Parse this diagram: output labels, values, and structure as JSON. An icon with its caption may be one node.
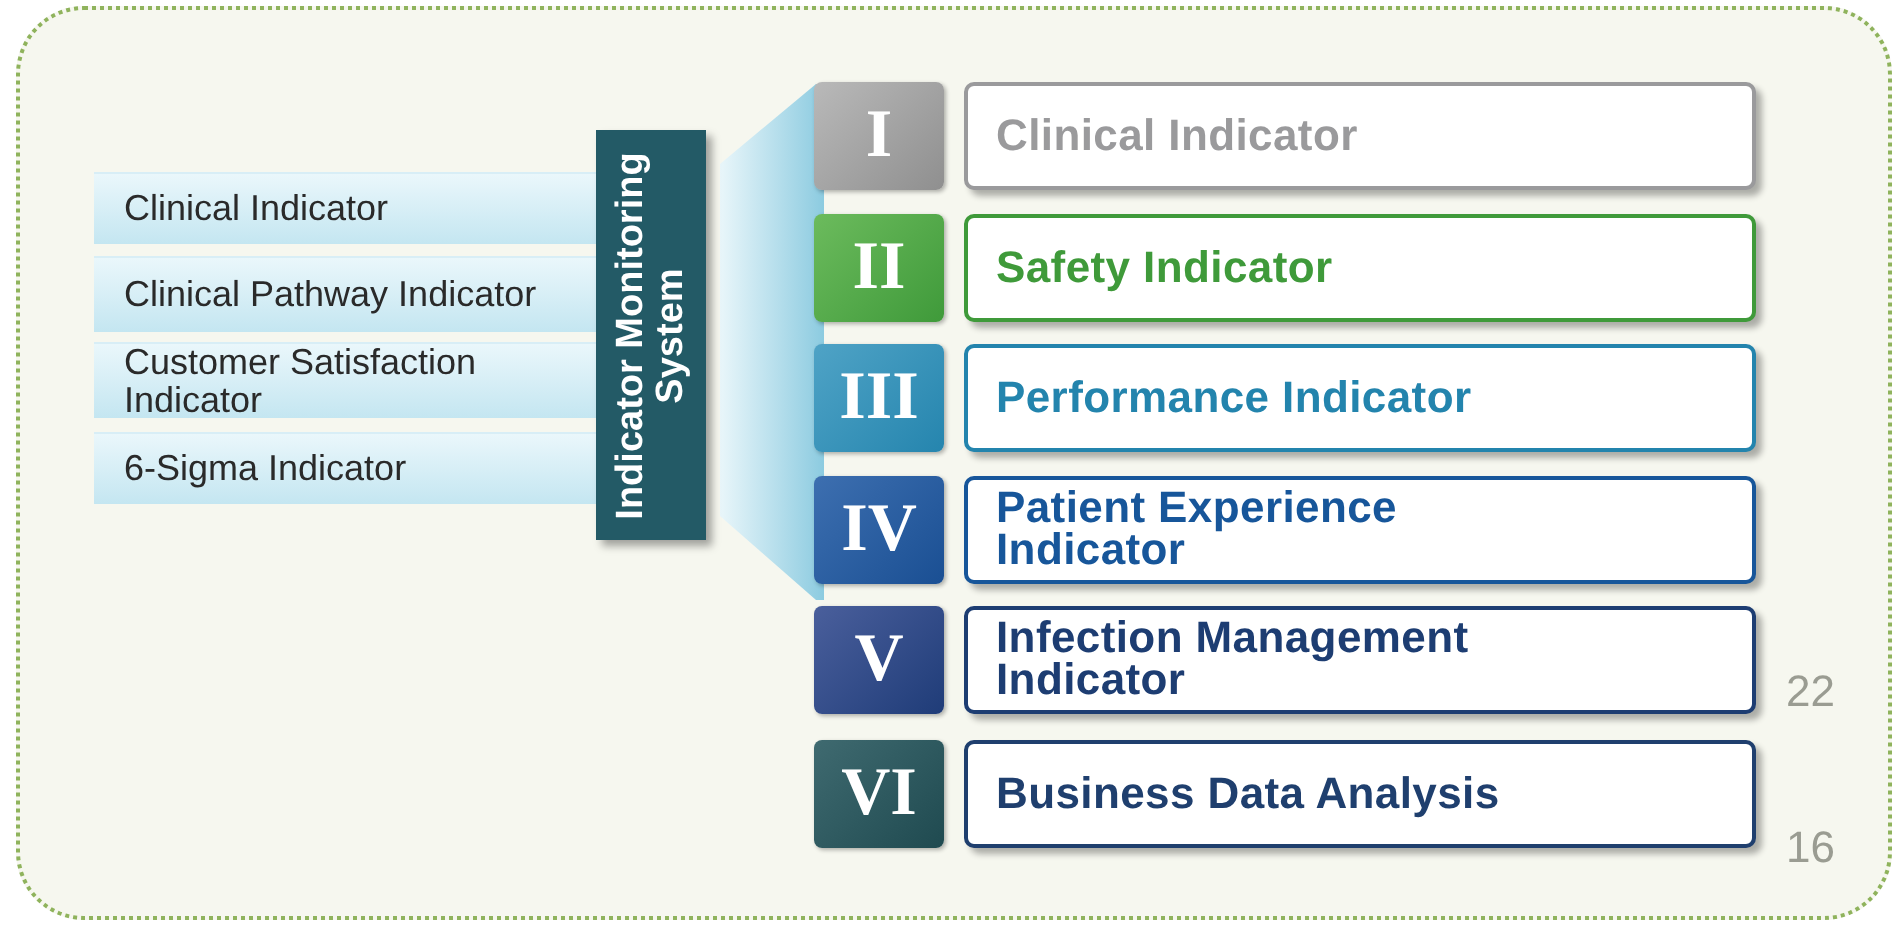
{
  "diagram": {
    "nodes": [
      {
        "text": [
          "Clinical Indicator"
        ]
      },
      {
        "text": [
          "Clinical Pathway Indicator"
        ]
      },
      {
        "text": [
          "Customer Satisfaction Indicator"
        ]
      },
      {
        "text": [
          "6-Sigma Indicator"
        ]
      },
      {
        "text": [
          "Indicator Monitoring System"
        ]
      },
      {
        "text": [
          "I"
        ]
      },
      {
        "text": [
          "II"
        ]
      },
      {
        "text": [
          "III"
        ]
      },
      {
        "text": [
          "IV"
        ]
      },
      {
        "text": [
          "V"
        ]
      },
      {
        "text": [
          "VI"
        ]
      },
      {
        "text": [
          "Clinical Indicator"
        ]
      },
      {
        "text": [
          "Safety Indicator"
        ]
      },
      {
        "text": [
          "Performance Indicator"
        ]
      },
      {
        "text": [
          "Patient Experience Indicator"
        ]
      },
      {
        "text": [
          "Infection Management Indicator"
        ]
      },
      {
        "text": [
          "Business Data Analysis"
        ]
      },
      {
        "text": [],
        "shape": "trapezoid"
      }
    ],
    "labels": [
      "22",
      "16"
    ]
  }
}
